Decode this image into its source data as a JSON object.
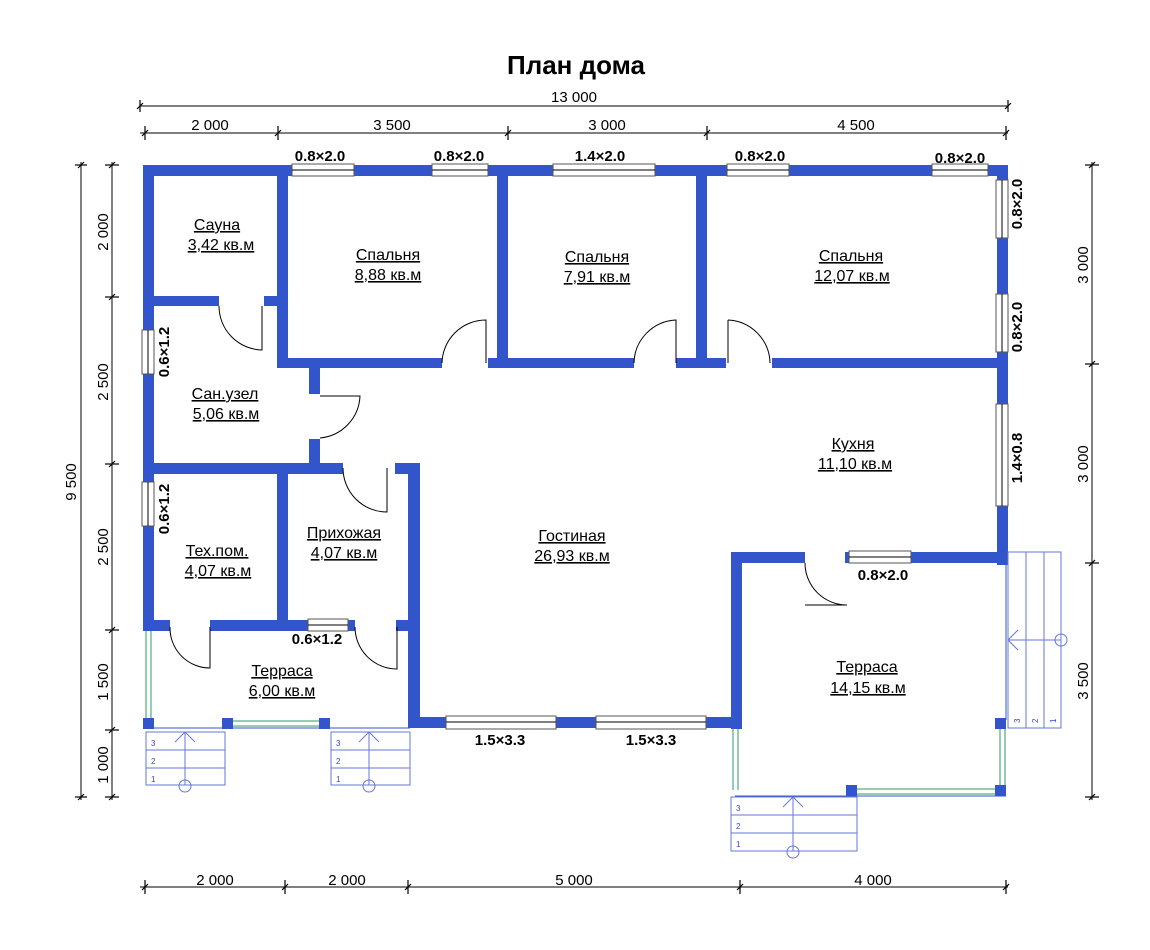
{
  "title": "План дома",
  "dimensions": {
    "top_total": "13 000",
    "top_segments": [
      "2 000",
      "3 500",
      "3 000",
      "4 500"
    ],
    "bottom_segments": [
      "2 000",
      "2 000",
      "5 000",
      "4 000"
    ],
    "left_total": "9 500",
    "left_segments": [
      "2 000",
      "2 500",
      "2 500",
      "1 500",
      "1 000"
    ],
    "right_segments": [
      "3 000",
      "3 000",
      "3 500"
    ]
  },
  "rooms": {
    "sauna": {
      "name": "Сауна",
      "area": "3,42 кв.м"
    },
    "bedroom_1": {
      "name": "Спальня",
      "area": "8,88 кв.м"
    },
    "bedroom_2": {
      "name": "Спальня",
      "area": "7,91 кв.м"
    },
    "bedroom_3": {
      "name": "Спальня",
      "area": "12,07 кв.м"
    },
    "bathroom": {
      "name": "Сан.узел",
      "area": "5,06 кв.м"
    },
    "kitchen": {
      "name": "Кухня",
      "area": "11,10 кв.м"
    },
    "tech_room": {
      "name": "Тех.пом.",
      "area": "4,07 кв.м"
    },
    "hallway": {
      "name": "Прихожая",
      "area": "4,07 кв.м"
    },
    "living_room": {
      "name": "Гостиная",
      "area": "26,93 кв.м"
    },
    "terrace_small": {
      "name": "Терраса",
      "area": "6,00 кв.м"
    },
    "terrace_large": {
      "name": "Терраса",
      "area": "14,15 кв.м"
    }
  },
  "openings": {
    "top_window_1": "0.8×2.0",
    "top_window_2": "0.8×2.0",
    "top_window_3": "1.4×2.0",
    "top_window_4": "0.8×2.0",
    "top_window_5": "0.8×2.0",
    "right_window_1": "0.8×2.0",
    "right_window_2": "0.8×2.0",
    "kitchen_window": "1.4×0.8",
    "kitchen_door": "0.8×2.0",
    "bathroom_window": "0.6×1.2",
    "tech_window": "0.6×1.2",
    "hallway_window": "0.6×1.2",
    "living_window_1": "1.5×3.3",
    "living_window_2": "1.5×3.3"
  },
  "stairs": {
    "left": [
      "3",
      "2",
      "1"
    ],
    "middle": [
      "3",
      "2",
      "1"
    ],
    "bottom": [
      "3",
      "2",
      "1"
    ],
    "right": [
      "3",
      "2",
      "1"
    ]
  },
  "colors": {
    "wall": "#3355cc",
    "railing": "#2a9d5c"
  }
}
